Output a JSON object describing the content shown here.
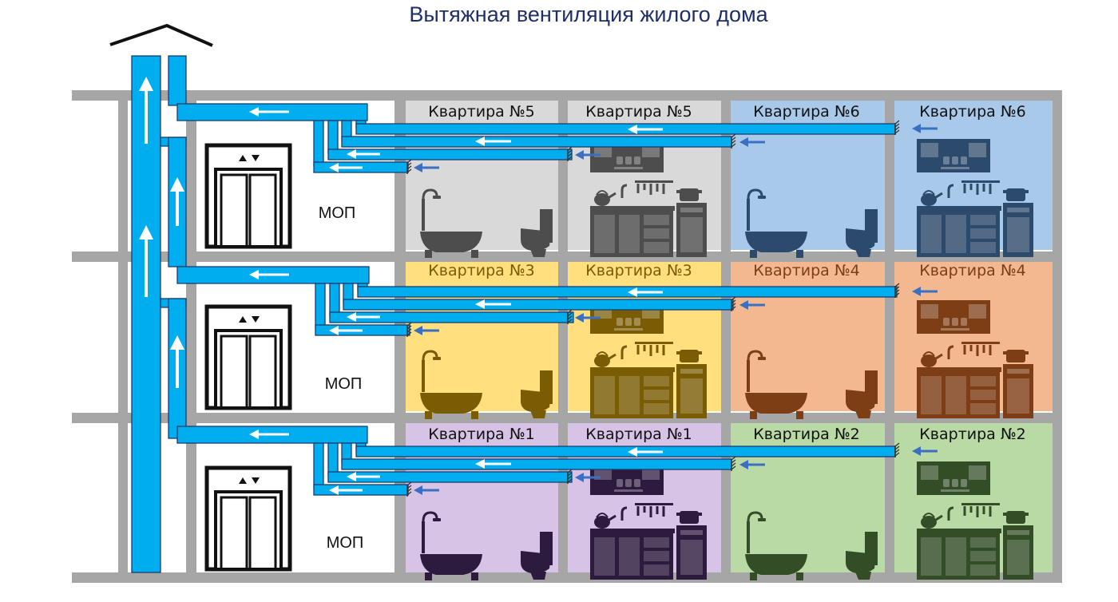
{
  "title": "Вытяжная вентиляция жилого дома",
  "mop_label": "МОП",
  "floors": [
    {
      "rooms": [
        {
          "label": "Квартира №5",
          "fill": "#d9d9d9",
          "ink": "#4d4d4d",
          "text": "#111111"
        },
        {
          "label": "Квартира №5",
          "fill": "#d9d9d9",
          "ink": "#4d4d4d",
          "text": "#111111"
        },
        {
          "label": "Квартира №6",
          "fill": "#a9c9ea",
          "ink": "#2c4a6b",
          "text": "#111111"
        },
        {
          "label": "Квартира №6",
          "fill": "#a9c9ea",
          "ink": "#2c4a6b",
          "text": "#111111"
        }
      ]
    },
    {
      "rooms": [
        {
          "label": "Квартира №3",
          "fill": "#ffdf7e",
          "ink": "#7a5c05",
          "text": "#7a5c05"
        },
        {
          "label": "Квартира №3",
          "fill": "#ffdf7e",
          "ink": "#7a5c05",
          "text": "#7a5c05"
        },
        {
          "label": "Квартира №4",
          "fill": "#f4b891",
          "ink": "#7d3d15",
          "text": "#7d3d15"
        },
        {
          "label": "Квартира №4",
          "fill": "#f4b891",
          "ink": "#7d3d15",
          "text": "#7d3d15"
        }
      ]
    },
    {
      "rooms": [
        {
          "label": "Квартира №1",
          "fill": "#d7c3e6",
          "ink": "#2c1a3f",
          "text": "#111111"
        },
        {
          "label": "Квартира №1",
          "fill": "#d7c3e6",
          "ink": "#2c1a3f",
          "text": "#111111"
        },
        {
          "label": "Квартира №2",
          "fill": "#b9d9a5",
          "ink": "#334d26",
          "text": "#111111"
        },
        {
          "label": "Квартира №2",
          "fill": "#b9d9a5",
          "ink": "#334d26",
          "text": "#111111"
        }
      ]
    }
  ],
  "colors": {
    "duct": "#00adef",
    "duct_edge": "#1c3c6e",
    "wall": "#a6a6a6",
    "arrow_inlet": "#3b6fc2",
    "arrow_flow": "#ffffff"
  }
}
